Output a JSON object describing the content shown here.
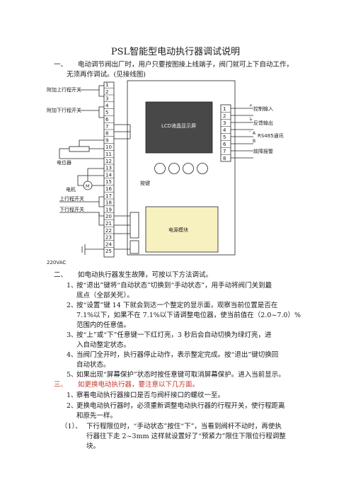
{
  "title": "PSL智能型电动执行器调试说明",
  "section1": {
    "num": "一、",
    "line1": "电动调节阀出厂时，用户只要按图接上线端子，阀门就可上下自动工作，",
    "line2": "无须再作调试。(见接线图)"
  },
  "diagram": {
    "left_terminals": [
      "1",
      "2",
      "3",
      "4",
      "5",
      "6",
      "7",
      "8",
      "9",
      "10",
      "11",
      "12",
      "13",
      "14",
      "15",
      "16",
      "17",
      "18",
      "19",
      "20",
      "21",
      "22",
      "23",
      "24",
      "25"
    ],
    "right_terminals": [
      "1",
      "2",
      "3",
      "4",
      "5",
      "6",
      "7",
      "8"
    ],
    "left_labels": {
      "aux_up": "附加上行程开关",
      "aux_down": "附加下行程开关",
      "potentiometer": "电位器",
      "motor_symbol": "M",
      "motor": "电机",
      "up_switch": "上行程开关",
      "down_switch": "下行程开关",
      "power": "220VAC"
    },
    "right_labels": {
      "control_input": "控制输入",
      "feedback_output": "反馈输出",
      "rs485": "RS485通讯",
      "fault_alarm": "故障报警",
      "a": "A",
      "b": "B",
      "plus1": "+",
      "minus1": "-",
      "plus2": "+",
      "minus2": "-"
    },
    "lcd": "LCD液晶显示屏",
    "keys": "按键",
    "power_module": "电源模块",
    "colors": {
      "lcd_fill": "#484848",
      "power_fill": "#f7f1c0",
      "line": "#222222"
    }
  },
  "section2": {
    "num": "二、",
    "intro": "如电动执行器发生故障，可按以下方法调试。",
    "items": [
      {
        "n": "1、",
        "l1": "按“退出”键将“自动状态”切换到“手动状态”，用手动将阀门关到最",
        "l2": "底点（全部关死）。"
      },
      {
        "n": "2、",
        "l1": "按“设置”键 14 下就会到达一个整定的显示面，观察当前位置是否在",
        "l2": "7.1%以下，如果不在 7.1%以下请调整电位器，使当前值在（2.0~7.0）%",
        "l3": "范围内的任意值。"
      },
      {
        "n": "3、",
        "l1": "按“上”或“下”任意键一下红灯亮，3 秒后会自动切换为绿灯亮，进",
        "l2": "入自动整定状态。"
      },
      {
        "n": "4、",
        "l1": "当阀门全开时，执行器停止动作，表示整定完成。按“退出”键切换回",
        "l2": "自动状态。"
      },
      {
        "n": "5、",
        "l1": "如果出现“屏幕保护”状态时按任意键可取消屏幕保护。进入当前显示。"
      }
    ]
  },
  "section3": {
    "num": "三、",
    "intro": "如更换电动执行器，要注意以下几方面。",
    "items": [
      {
        "n": "1、",
        "l1": "察看电动执行器接口是否与阀杆接口的螺纹一至。"
      },
      {
        "n": "2、",
        "l1": "更换电动执行器时，必须重新调整电动执行器的行程开关，使行程距离",
        "l2": "和原先一样。"
      },
      {
        "n": "（1）、",
        "l1": "下行程限位时，“手动状态”按住“下”，当看到阀杆不动时，再使执",
        "l2": "行器往下走 2~3mm 这样就设置好了“预紧力”限住下限位行程调整",
        "l3": "块。"
      }
    ]
  }
}
